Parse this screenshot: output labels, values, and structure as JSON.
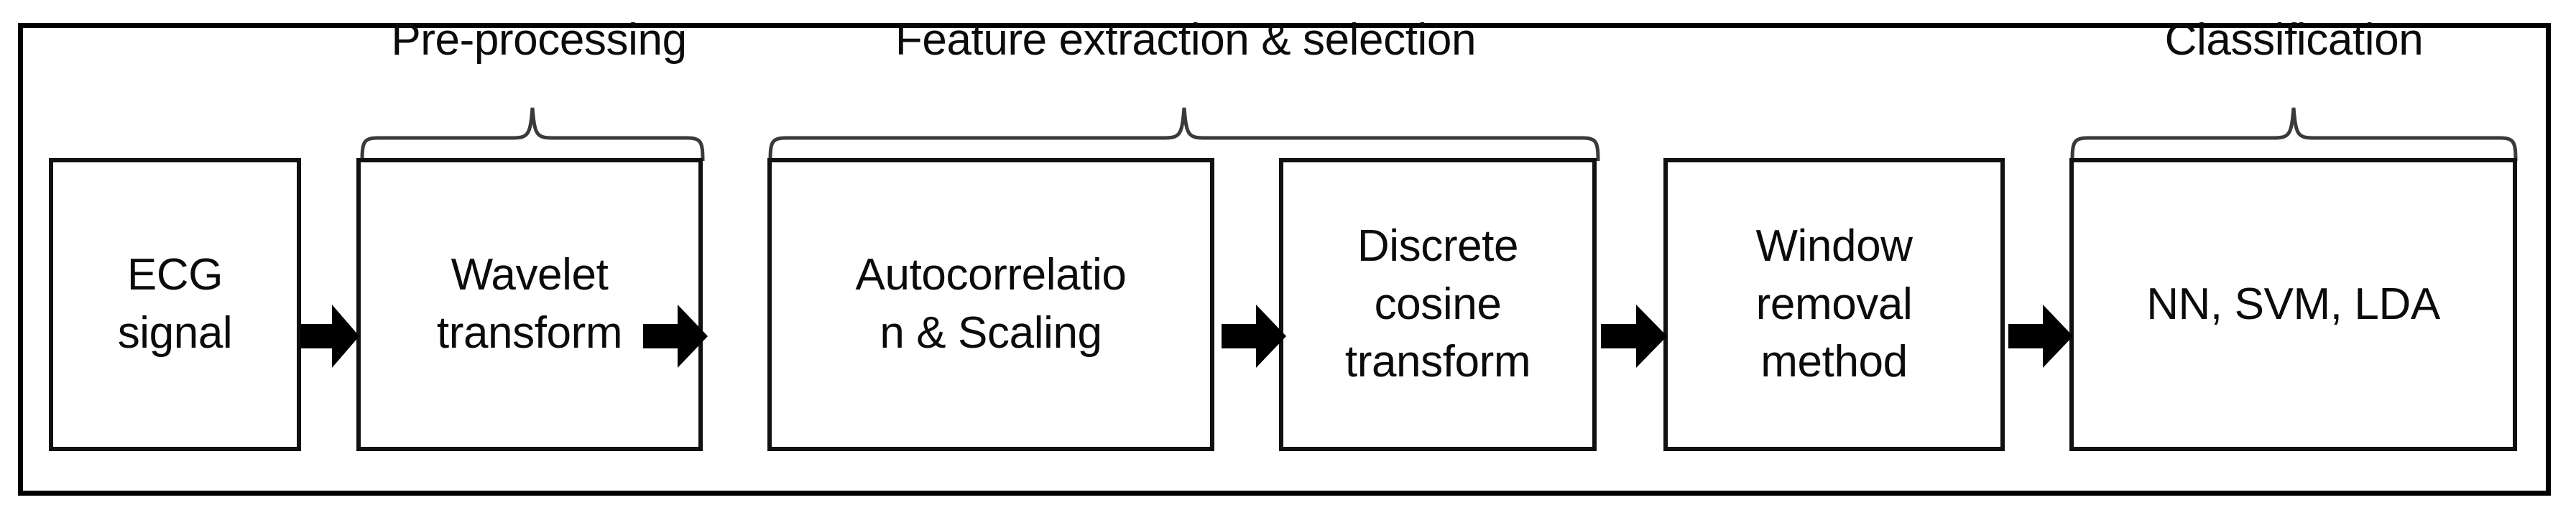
{
  "figure": {
    "title": "ECG classification pipeline block diagram",
    "type": "flowchart",
    "orientation": "left-to-right",
    "background_color": "#ffffff",
    "line_color": "#000000",
    "text_color": "#0b0b0b"
  },
  "stages": [
    {
      "id": "ecg-signal",
      "label": "ECG\nsignal",
      "lines": [
        "ECG",
        "signal"
      ]
    },
    {
      "id": "wavelet-transform",
      "label": "Wavelet\ntransform",
      "lines": [
        "Wavelet",
        "transform"
      ]
    },
    {
      "id": "autocorrelation-scaling",
      "label": "Autocorrelatio\nn & Scaling",
      "lines": [
        "Autocorrelatio",
        "n & Scaling"
      ]
    },
    {
      "id": "discrete-cosine-transform",
      "label": "Discrete\ncosine\ntransform",
      "lines": [
        "Discrete",
        "cosine",
        "transform"
      ]
    },
    {
      "id": "window-removal-method",
      "label": "Window\nremoval\nmethod",
      "lines": [
        "Window",
        "removal",
        "method"
      ]
    },
    {
      "id": "classifiers",
      "label": "NN, SVM, LDA",
      "lines": [
        "NN, SVM, LDA"
      ]
    }
  ],
  "groups": [
    {
      "id": "pre-processing",
      "label": "Pre-processing",
      "covers": [
        "wavelet-transform"
      ]
    },
    {
      "id": "feature-extraction-selection",
      "label": "Feature extraction & selection",
      "covers": [
        "autocorrelation-scaling",
        "discrete-cosine-transform",
        "window-removal-method"
      ]
    },
    {
      "id": "classification",
      "label": "Classification",
      "covers": [
        "classifiers"
      ]
    }
  ],
  "connectors": [
    {
      "id": "arrow-1",
      "from": "ecg-signal",
      "to": "wavelet-transform",
      "glyph": "right-arrow-icon"
    },
    {
      "id": "arrow-2",
      "from": "wavelet-transform",
      "to": "autocorrelation-scaling",
      "glyph": "right-arrow-icon"
    },
    {
      "id": "arrow-3",
      "from": "autocorrelation-scaling",
      "to": "discrete-cosine-transform",
      "glyph": "right-arrow-icon"
    },
    {
      "id": "arrow-4",
      "from": "discrete-cosine-transform",
      "to": "window-removal-method",
      "glyph": "right-arrow-icon"
    },
    {
      "id": "arrow-5",
      "from": "window-removal-method",
      "to": "classifiers",
      "glyph": "right-arrow-icon"
    }
  ]
}
